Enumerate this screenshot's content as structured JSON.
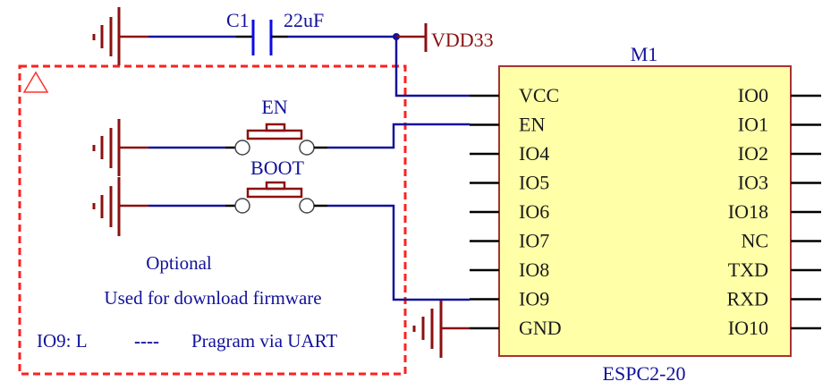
{
  "colors": {
    "wire": "#12129a",
    "ground": "#8b1010",
    "pin": "#000000",
    "capacitor": "#0a0ae6",
    "module_fill": "#ffffa8",
    "module_border": "#a83232",
    "optional_box": "#ff2020",
    "label_blue": "#12129a",
    "label_dark": "#1a1a1a",
    "power_label": "#8b1010"
  },
  "capacitor": {
    "ref": "C1",
    "value": "22uF"
  },
  "power": {
    "net": "VDD33"
  },
  "buttons": [
    {
      "ref": "EN"
    },
    {
      "ref": "BOOT"
    }
  ],
  "module": {
    "ref": "M1",
    "part": "ESPC2-20",
    "left_pins": [
      "VCC",
      "EN",
      "IO4",
      "IO5",
      "IO6",
      "IO7",
      "IO8",
      "IO9",
      "GND"
    ],
    "right_pins": [
      "IO0",
      "IO1",
      "IO2",
      "IO3",
      "IO18",
      "NC",
      "TXD",
      "RXD",
      "IO10"
    ]
  },
  "optional_block": {
    "title": "Optional",
    "description": "Used for download firmware",
    "mode_pin": "IO9: L",
    "separator": "----",
    "mode_desc": "Pragram via UART"
  }
}
